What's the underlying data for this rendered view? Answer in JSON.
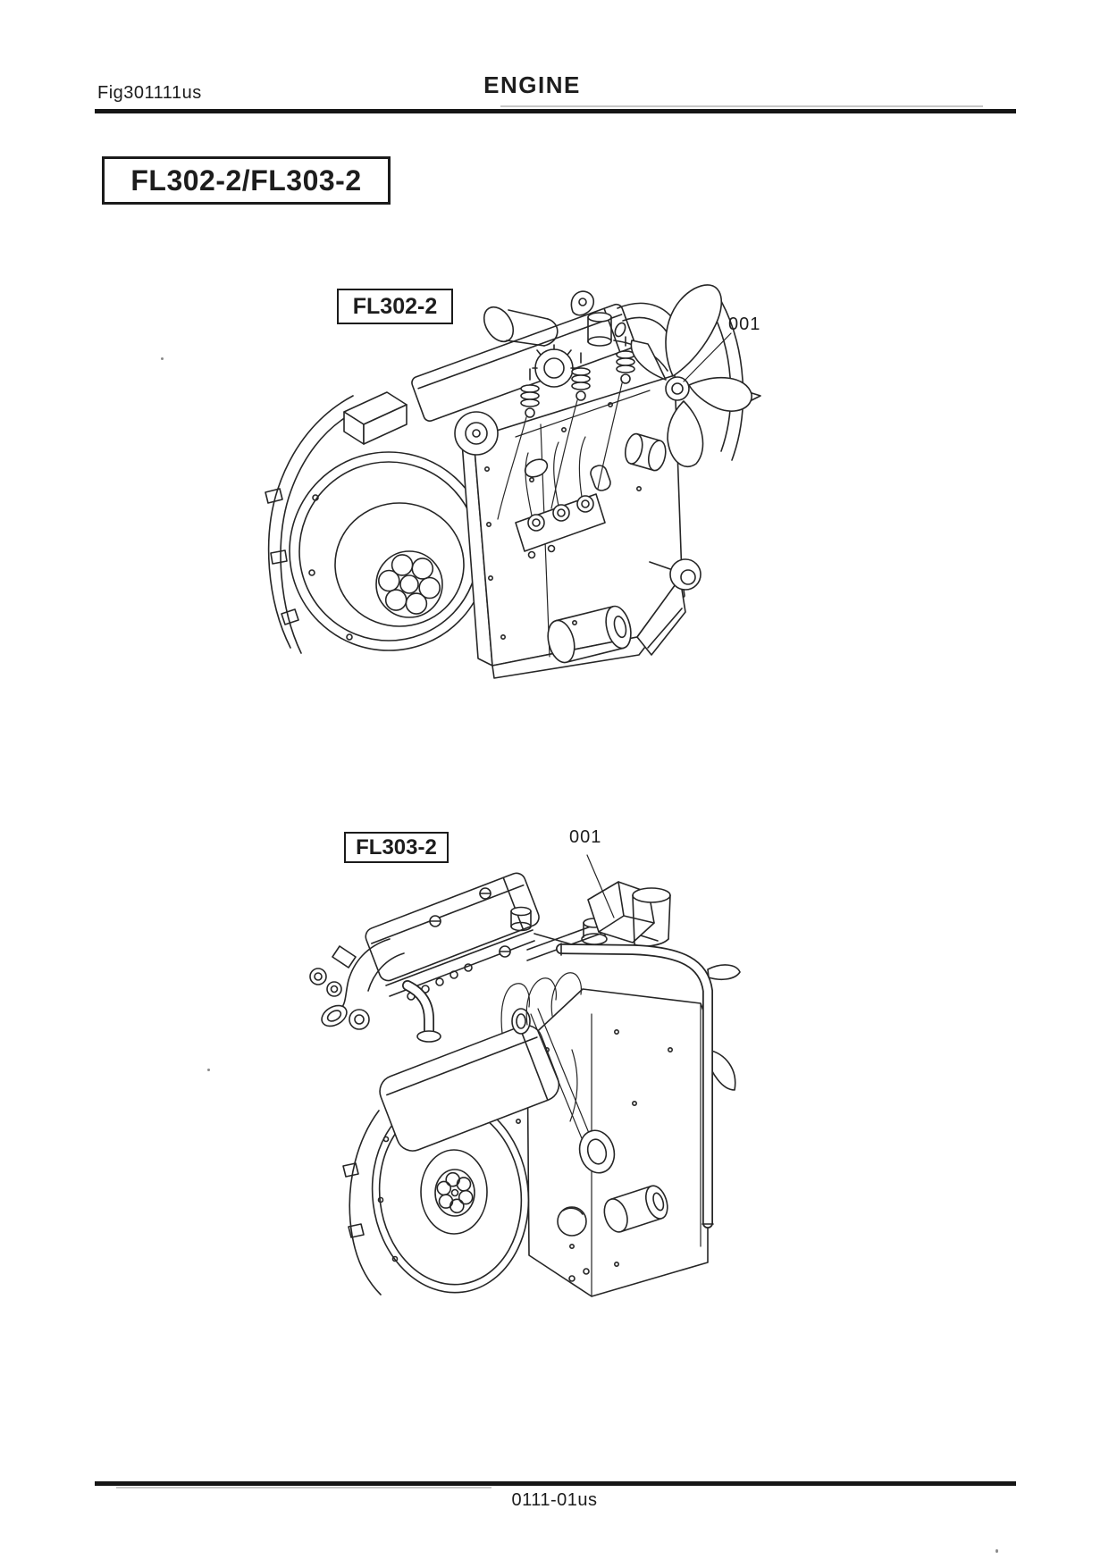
{
  "page": {
    "paper_color": "#ffffff",
    "ink_color": "#1d1d1d"
  },
  "header": {
    "fig_ref": "Fig301111us",
    "title": "ENGINE"
  },
  "model_title": {
    "label": "FL302-2/FL303-2"
  },
  "figures": [
    {
      "label": "FL302-2",
      "callout": "001",
      "alt": "3-cylinder diesel engine, flywheel side view with cooling fan"
    },
    {
      "label": "FL303-2",
      "callout": "001",
      "alt": "3-cylinder diesel engine with air cleaner, muffler and exhaust stack"
    }
  ],
  "footer": {
    "page_ref": "0111-01us"
  }
}
